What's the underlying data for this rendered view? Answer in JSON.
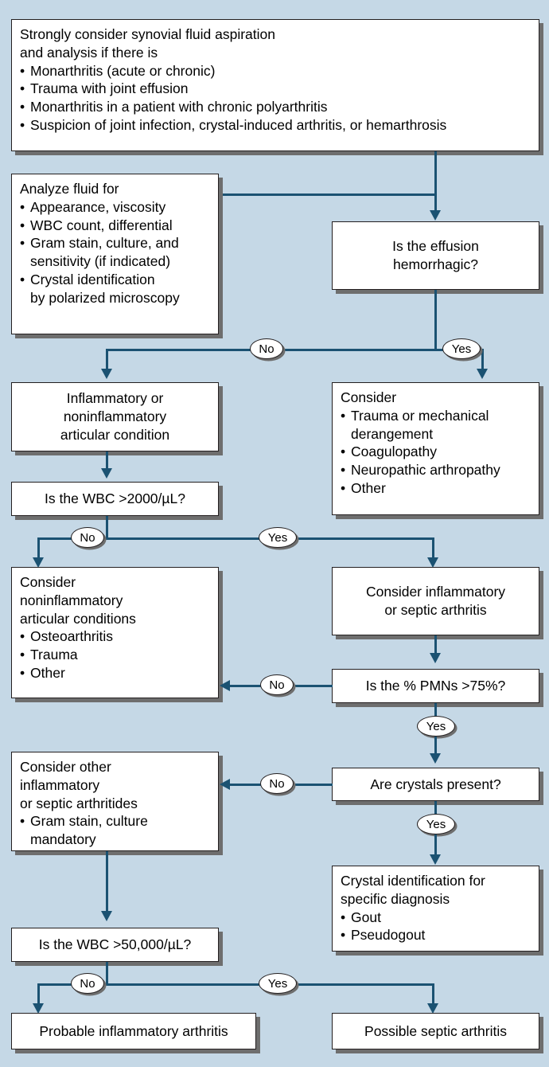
{
  "theme": {
    "background": "#c5d8e6",
    "box_fill": "#ffffff",
    "box_border": "#231f20",
    "shadow": "#6e6e6e",
    "connector": "#1b5272",
    "text": "#000000"
  },
  "nodes": {
    "aspiration": {
      "heading_1": "Strongly consider synovial fluid aspiration",
      "heading_2": "and analysis if there is",
      "bullets": [
        "Monarthritis (acute or chronic)",
        "Trauma with joint effusion",
        "Monarthritis in a patient with chronic polyarthritis",
        "Suspicion of joint infection, crystal-induced arthritis, or hemarthrosis"
      ]
    },
    "analyze_fluid": {
      "heading": "Analyze fluid for",
      "bullets": [
        "Appearance, viscosity",
        "WBC count, differential",
        "Gram stain, culture, and",
        "sensitivity (if indicated)",
        "Crystal identification",
        "by polarized microscopy"
      ]
    },
    "effusion_question": {
      "line_1": "Is the effusion",
      "line_2": "hemorrhagic?"
    },
    "articular_condition": {
      "line_1": "Inflammatory or",
      "line_2": "noninflammatory",
      "line_3": "articular condition"
    },
    "consider_hemorrhagic": {
      "heading": "Consider",
      "bullets": [
        "Trauma or mechanical",
        "derangement",
        "Coagulopathy",
        "Neuropathic arthropathy",
        "Other"
      ]
    },
    "wbc_2000_question": {
      "text": "Is the WBC >2000/µL?"
    },
    "consider_noninflammatory": {
      "line_1": "Consider",
      "line_2": "noninflammatory",
      "line_3": "articular conditions",
      "bullets": [
        "Osteoarthritis",
        "Trauma",
        "Other"
      ]
    },
    "consider_septic": {
      "line_1": "Consider inflammatory",
      "line_2": "or septic arthritis"
    },
    "pmn_question": {
      "text": "Is the % PMNs >75%?"
    },
    "consider_other": {
      "line_1": "Consider other",
      "line_2": "inflammatory",
      "line_3": "or septic arthritides",
      "bullets": [
        "Gram stain, culture",
        "mandatory"
      ]
    },
    "crystals_question": {
      "text": "Are crystals present?"
    },
    "crystal_identification": {
      "line_1": "Crystal identification for",
      "line_2": "specific diagnosis",
      "bullets": [
        "Gout",
        "Pseudogout"
      ]
    },
    "wbc_50000_question": {
      "text": "Is the WBC >50,000/µL?"
    },
    "probable_inflammatory": {
      "text": "Probable inflammatory arthritis"
    },
    "possible_septic": {
      "text": "Possible septic arthritis"
    }
  },
  "decision_labels": {
    "effusion_no": "No",
    "effusion_yes": "Yes",
    "wbc2000_no": "No",
    "wbc2000_yes": "Yes",
    "pmn_no": "No",
    "pmn_yes": "Yes",
    "crystals_no": "No",
    "crystals_yes": "Yes",
    "wbc50000_no": "No",
    "wbc50000_yes": "Yes"
  }
}
